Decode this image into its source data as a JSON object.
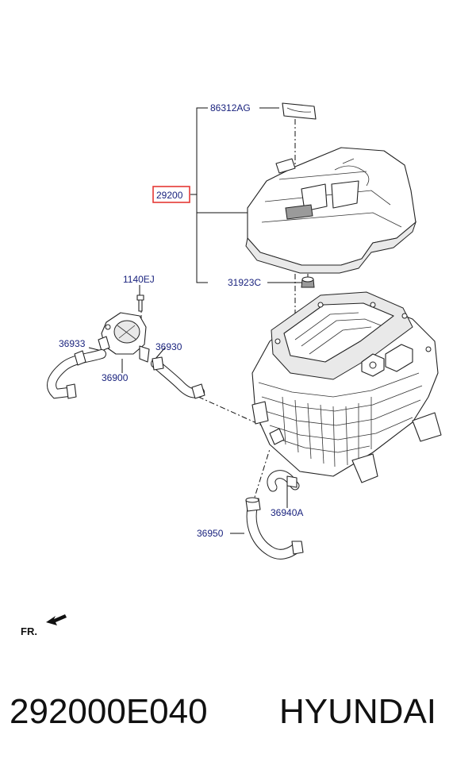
{
  "diagram": {
    "labels": {
      "emblem": "86312AG",
      "cover": "29200",
      "grommet": "31923C",
      "bolt": "1140EJ",
      "hose_left": "36933",
      "hose_right": "36930",
      "pump": "36900",
      "hose_lower_small": "36940A",
      "hose_lower": "36950"
    },
    "highlight_color": "#e53935",
    "label_color": "#1a237e",
    "front_marker": "FR."
  },
  "footer": {
    "part_number": "292000E040",
    "brand": "HYUNDAI"
  }
}
